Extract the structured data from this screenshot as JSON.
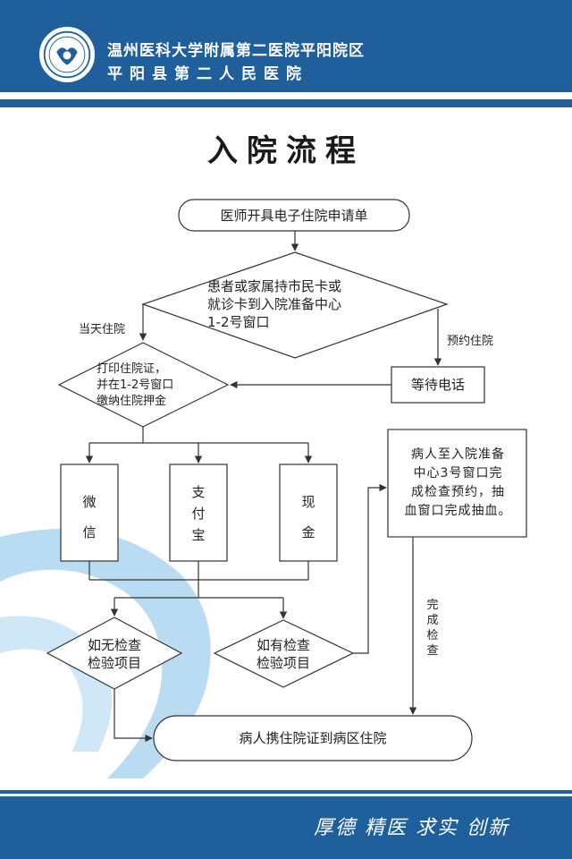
{
  "header": {
    "line1": "温州医科大学附属第二医院平阳院区",
    "line2": "平阳县第二人民医院"
  },
  "title": "入院流程",
  "nodes": {
    "apply": "医师开具电子住院申请单",
    "go_center": [
      "患者或家属持市民卡或",
      "就诊卡到入院准备中心",
      "1-2号窗口"
    ],
    "print": [
      "打印住院证，",
      "并在1-2号窗口",
      "缴纳住院押金"
    ],
    "wait": "等待电话",
    "wechat": [
      "微",
      "信"
    ],
    "alipay": [
      "支",
      "付",
      "宝"
    ],
    "cash": [
      "现",
      "金"
    ],
    "exam": [
      "病人至入院准备",
      "中心3号窗口完",
      "成检查预约，抽",
      "血窗口完成抽血。"
    ],
    "no_exam": [
      "如无检查",
      "检验项目"
    ],
    "has_exam": [
      "如有检查",
      "检验项目"
    ],
    "admit": "病人携住院证到病区住院"
  },
  "labels": {
    "same_day": "当天住院",
    "reserve": "预约住院",
    "done_exam": [
      "完",
      "成",
      "检",
      "查"
    ]
  },
  "footer": {
    "slogan": "厚德  精医  求实  创新"
  },
  "colors": {
    "brand": "#1f5f9b",
    "decor": "#b9dcf2"
  }
}
